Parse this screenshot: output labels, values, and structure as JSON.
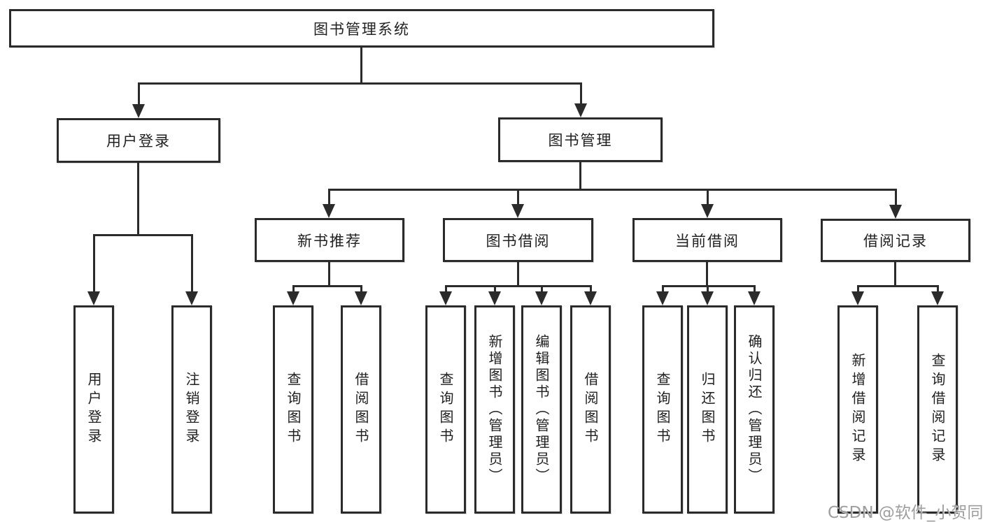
{
  "tree": {
    "root": "图书管理系统",
    "login": "用户登录",
    "mgmt": "图书管理",
    "newbook": "新书推荐",
    "borrow": "图书借阅",
    "current": "当前借阅",
    "record": "借阅记录",
    "leaves": {
      "login": [
        "用户登录",
        "注销登录"
      ],
      "newbook": [
        "查询图书",
        "借阅图书"
      ],
      "borrow": [
        "查询图书",
        "新增图书（管理员）",
        "编辑图书（管理员）",
        "借阅图书"
      ],
      "current": [
        "查询图书",
        "归还图书",
        "确认归还（管理员）"
      ],
      "record": [
        "新增借阅记录",
        "查询借阅记录"
      ]
    }
  },
  "watermark": "CSDN @软件_小贺同学",
  "colors": {
    "line": "#2b2b2b",
    "text": "#212121",
    "background": "#ffffff",
    "watermark": "#9e9e9e"
  }
}
